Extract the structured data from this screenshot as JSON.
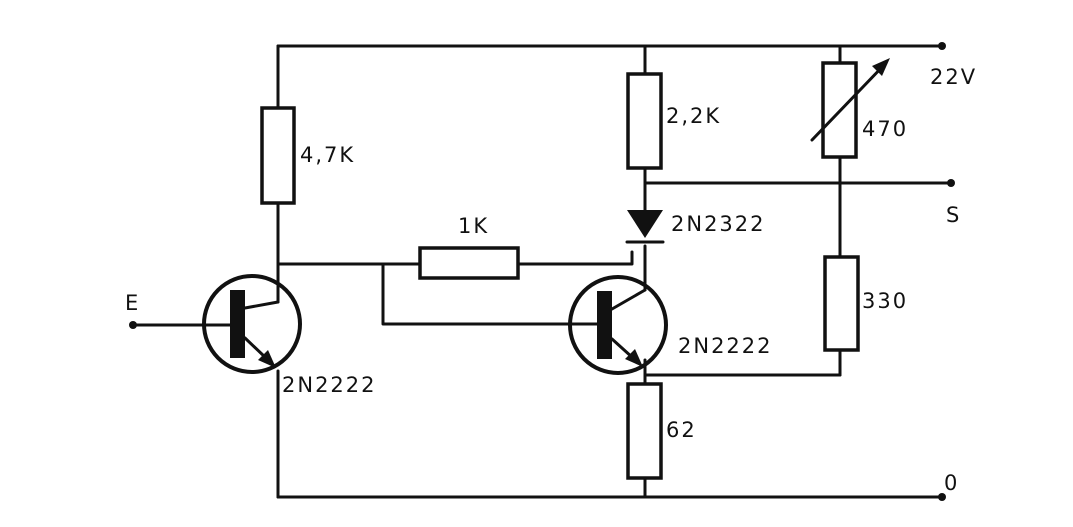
{
  "terminals": {
    "supply": "22V",
    "output": "S",
    "input": "E",
    "ground": "0"
  },
  "resistors": {
    "r_left_top": "4,7K",
    "r_middle_top": "2,2K",
    "r_variable": "470",
    "r_series": "1K",
    "r_right_lower": "330",
    "r_emitter": "62"
  },
  "transistors": {
    "q_left": "2N2222",
    "q_right": "2N2222"
  },
  "diodes": {
    "d1": "2N2322"
  }
}
